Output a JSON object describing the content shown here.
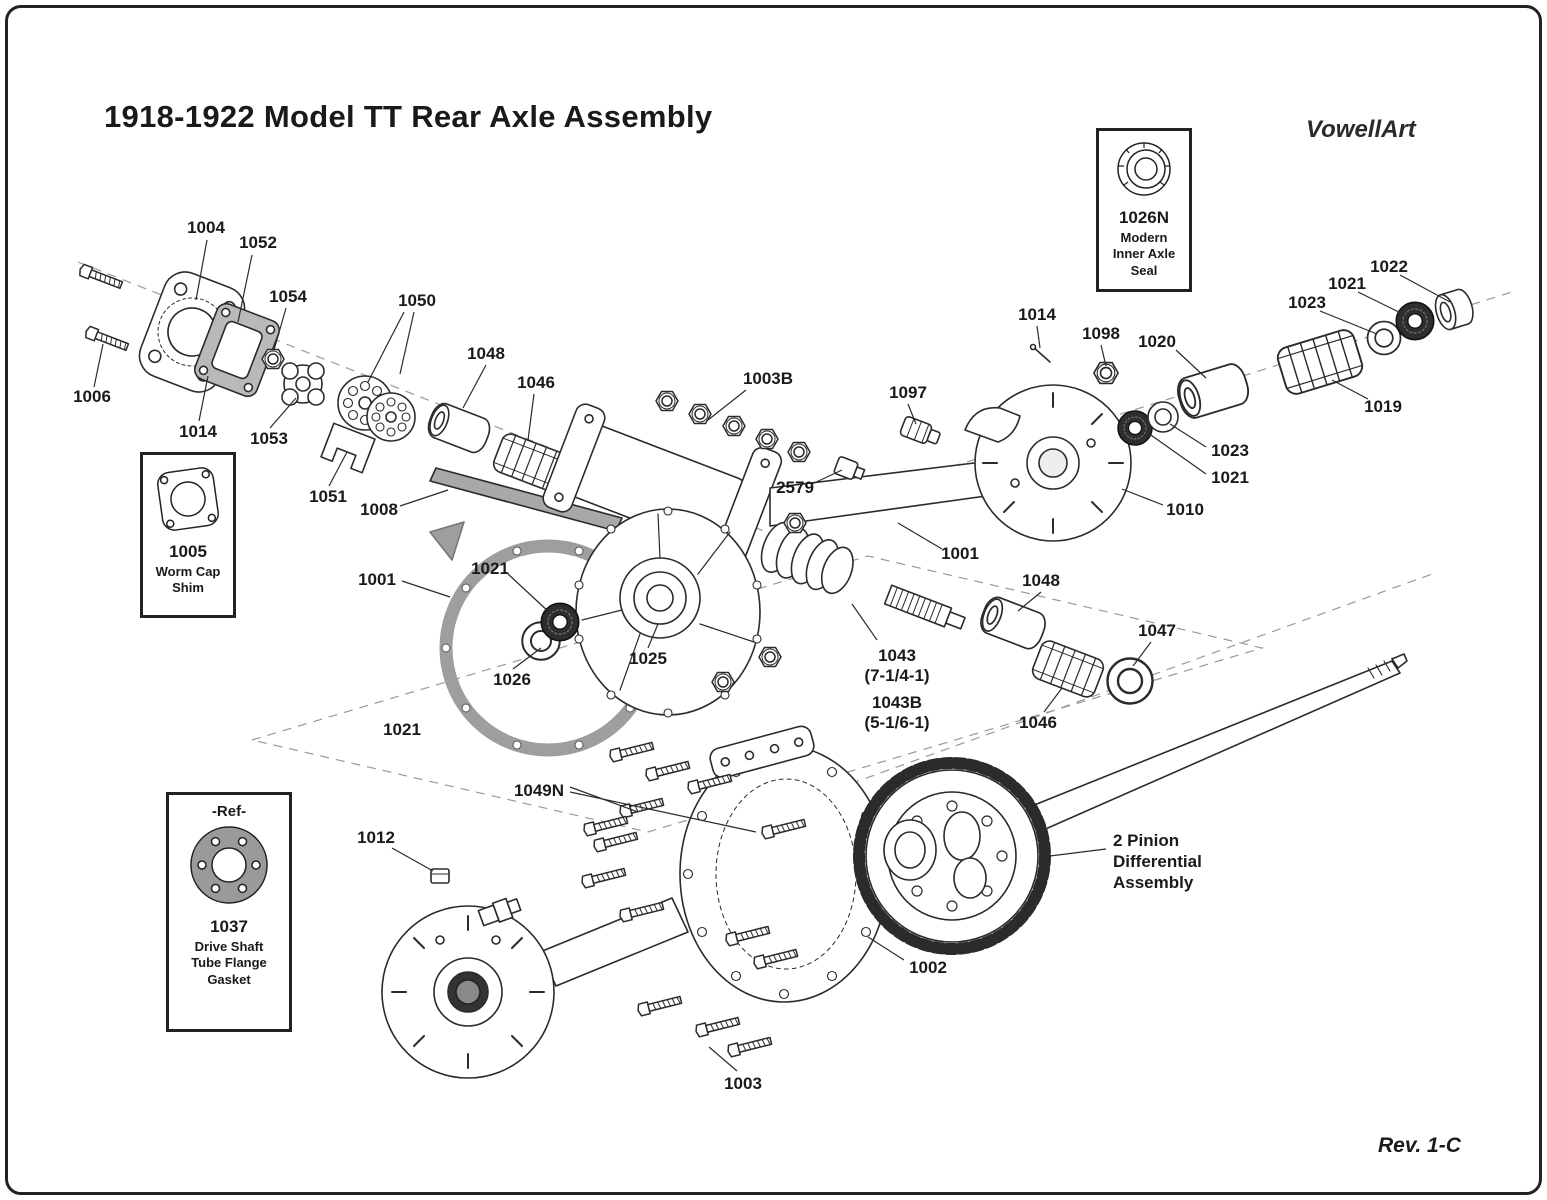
{
  "meta": {
    "title": "1918-1922 Model TT Rear Axle Assembly",
    "artist": "VowellArt",
    "revision": "Rev. 1-C"
  },
  "colors": {
    "line": "#2b2b2b",
    "gasket_gray": "#9e9e9e",
    "seal_dark": "#2e2e2e"
  },
  "callouts": {
    "inner_axle_seal": {
      "part": "1026N",
      "caption": "Modern\nInner Axle\nSeal"
    },
    "worm_cap_shim": {
      "part": "1005",
      "caption": "Worm Cap\nShim"
    },
    "drive_shaft_gasket": {
      "ref": "-Ref-",
      "part": "1037",
      "caption": "Drive Shaft\nTube Flange\nGasket"
    }
  },
  "labels": [
    {
      "text": "1004"
    },
    {
      "text": "1052"
    },
    {
      "text": "1054"
    },
    {
      "text": "1050"
    },
    {
      "text": "1048"
    },
    {
      "text": "1046"
    },
    {
      "text": "1003B"
    },
    {
      "text": "1097"
    },
    {
      "text": "1014"
    },
    {
      "text": "1098"
    },
    {
      "text": "1020"
    },
    {
      "text": "1023"
    },
    {
      "text": "1021"
    },
    {
      "text": "1022"
    },
    {
      "text": "1019"
    },
    {
      "text": "1023"
    },
    {
      "text": "1021"
    },
    {
      "text": "1010"
    },
    {
      "text": "1001"
    },
    {
      "text": "1006"
    },
    {
      "text": "1014"
    },
    {
      "text": "1053"
    },
    {
      "text": "1051"
    },
    {
      "text": "1008"
    },
    {
      "text": "2579"
    },
    {
      "text": "1001"
    },
    {
      "text": "1021"
    },
    {
      "text": "1026"
    },
    {
      "text": "1025"
    },
    {
      "text": "1048"
    },
    {
      "text": "1043\n(7-1/4-1)"
    },
    {
      "text": "1043B\n(5-1/6-1)"
    },
    {
      "text": "1047"
    },
    {
      "text": "1046"
    },
    {
      "text": "1021"
    },
    {
      "text": "1049N"
    },
    {
      "text": "1012"
    },
    {
      "text": "1002"
    },
    {
      "text": "1003"
    }
  ],
  "annotations": {
    "diff_assembly": "2 Pinion\nDifferential\nAssembly"
  }
}
